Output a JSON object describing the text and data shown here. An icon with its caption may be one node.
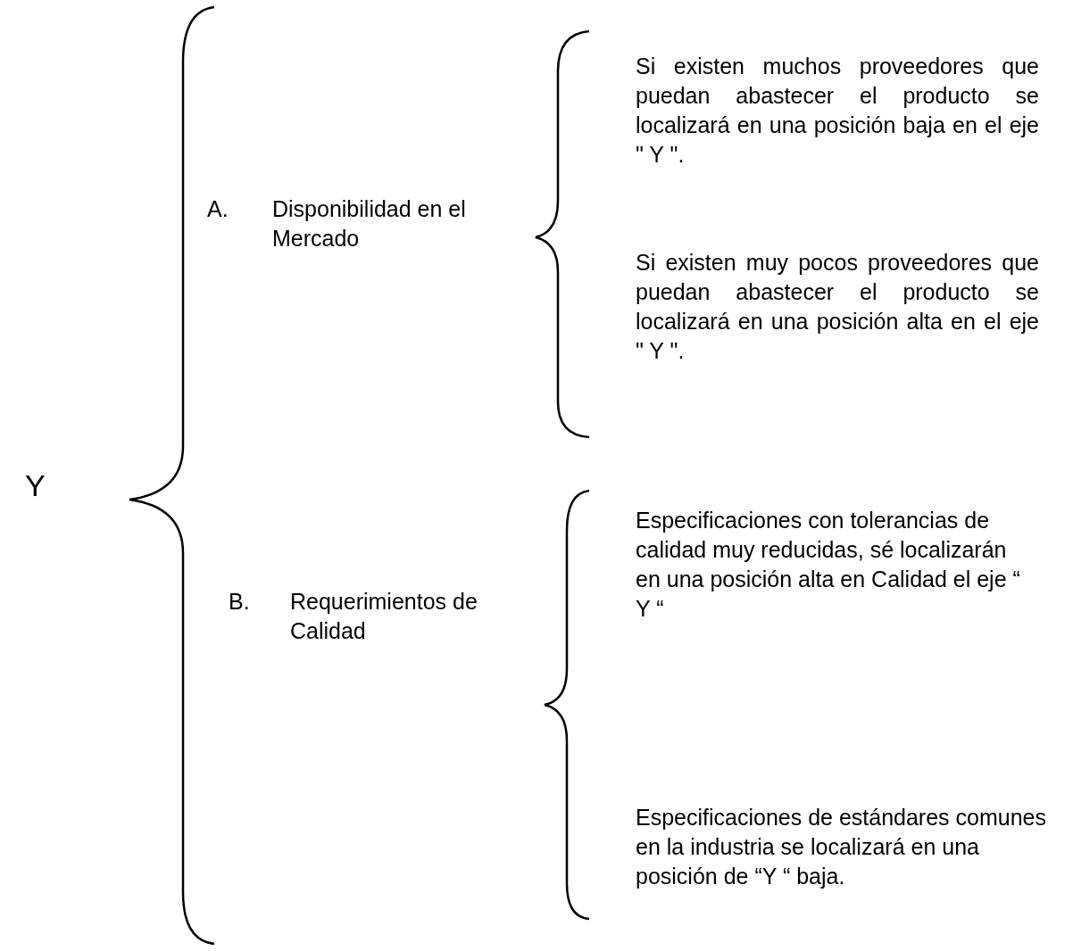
{
  "diagram": {
    "labels": [
      "Y",
      "A.",
      "Disponibilidad en el Mercado",
      "Si existen muchos proveedores que puedan abastecer el producto se localizará en una posición baja en el eje \" Y \".",
      "Si existen muy pocos proveedores que puedan abastecer el producto se localizará en una posición alta en el eje \" Y \".",
      "B.",
      "Requerimientos de Calidad",
      "Especificaciones con tolerancias de calidad muy reducidas, sé localizarán en una posición alta en Calidad el eje “ Y “",
      "Especificaciones de estándares comunes en la  industria se localizará en una posición de “Y “ baja."
    ]
  }
}
